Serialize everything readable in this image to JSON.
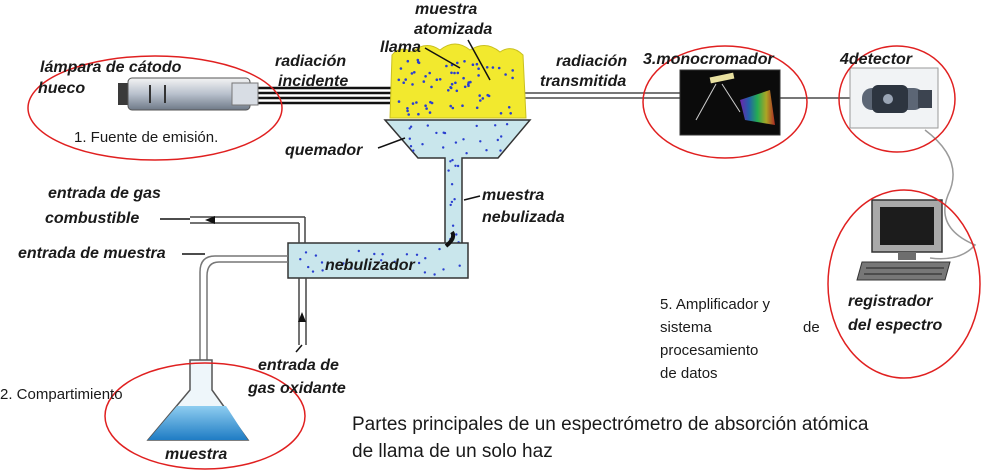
{
  "labels": {
    "lamp_line1": "lámpara de cátodo",
    "lamp_line2": "hueco",
    "incident_line1": "radiación",
    "incident_line2": "incidente",
    "flame": "llama",
    "atomized_line1": "muestra",
    "atomized_line2": "atomizada",
    "transmitted_line1": "radiación",
    "transmitted_line2": "transmitida",
    "monochromator": "3.monocromador",
    "detector": "4detector",
    "burner": "quemador",
    "fuel_line1": "entrada de gas",
    "fuel_line2": "combustible",
    "sample_inlet": "entrada de muestra",
    "nebulized_line1": "muestra",
    "nebulized_line2": "nebulizada",
    "nebulizer": "nebulizador",
    "oxidant_line1": "entrada de",
    "oxidant_line2": "gas oxidante",
    "sample": "muestra",
    "recorder_line1": "registrador",
    "recorder_line2": "del espectro"
  },
  "annotations": {
    "emission_source": "1. Fuente de emisión.",
    "compartment": "2. Compartimiento",
    "amp_line1": "5. Amplificador y",
    "amp_line2a": "sistema",
    "amp_line2b": "de",
    "amp_line3": "procesamiento",
    "amp_line4": "de datos"
  },
  "caption": {
    "line1": "Partes principales de un espectrómetro de absorción atómica",
    "line2": "de llama de un solo haz"
  },
  "colors": {
    "flame": "#f2e92e",
    "chamber": "#c9e6ec",
    "liquid": "#2e8fd1",
    "circle": "#e02020",
    "particle": "#2a3fd0"
  }
}
